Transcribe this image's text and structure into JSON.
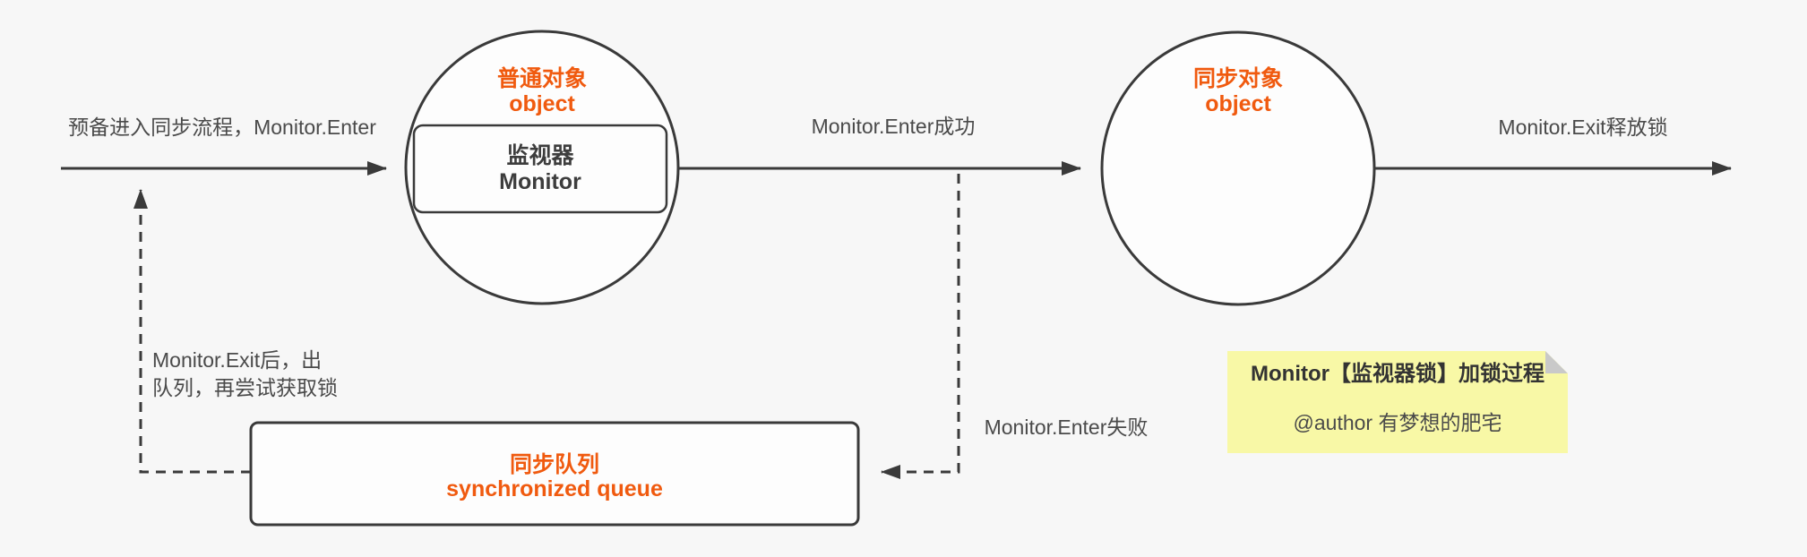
{
  "colors": {
    "bg": "#f7f7f7",
    "stroke": "#3a3a3a",
    "fill": "#fdfdfd",
    "text": "#4a4a4a",
    "text-dark": "#3d3d3d",
    "accent": "#f05a0f",
    "note-bg": "#f8f8a6",
    "note-fold": "#c9c9c9"
  },
  "edges": {
    "prepare": {
      "label": "预备进入同步流程，Monitor.Enter"
    },
    "enter_success": {
      "label": "Monitor.Enter成功"
    },
    "exit_release": {
      "label": "Monitor.Exit释放锁"
    },
    "enter_fail": {
      "label": "Monitor.Enter失败"
    },
    "dequeue_retry": {
      "label_line1": "Monitor.Exit后，出",
      "label_line2": "队列，再尝试获取锁"
    }
  },
  "nodes": {
    "plain_object": {
      "title": "普通对象",
      "subtitle": "object"
    },
    "monitor": {
      "title": "监视器",
      "subtitle": "Monitor"
    },
    "sync_object": {
      "title": "同步对象",
      "subtitle": "object"
    },
    "sync_queue": {
      "title": "同步队列",
      "subtitle": "synchronized queue"
    }
  },
  "note": {
    "title": "Monitor【监视器锁】加锁过程",
    "author": "@author 有梦想的肥宅"
  }
}
